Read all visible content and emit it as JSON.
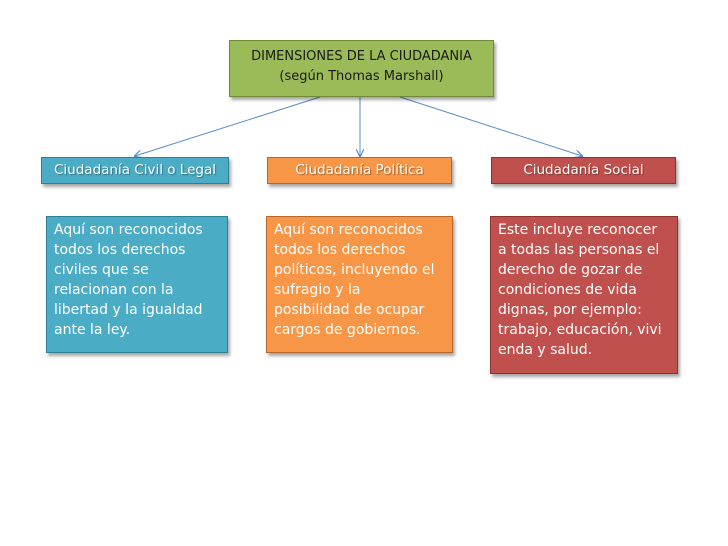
{
  "root": {
    "line1": "DIMENSIONES DE LA CIUDADANIA",
    "line2": "(según Thomas Marshall)"
  },
  "dimensions": [
    {
      "title": "Ciudadanía Civil o Legal",
      "lines": [
        "Aquí son reconocidos",
        "todos los derechos",
        "civiles que se",
        "relacionan con la",
        "libertad y la igualdad",
        "ante la ley."
      ]
    },
    {
      "title": "Ciudadanía Política",
      "lines": [
        "Aquí son reconocidos",
        "todos los derechos",
        "políticos, incluyendo el",
        "sufragio y la",
        "posibilidad  de ocupar",
        "cargos de gobiernos."
      ]
    },
    {
      "title": "Ciudadanía Social",
      "lines": [
        "Este incluye reconocer",
        "a todas las personas el",
        "derecho de gozar de",
        "condiciones de vida",
        "dignas, por ejemplo:",
        "trabajo, educación, vivi",
        "enda y salud."
      ]
    }
  ],
  "colors": {
    "root": "#9bbb59",
    "civil": "#4bacc6",
    "politica": "#f79646",
    "social": "#c0504d",
    "connector": "#5b8cc8"
  }
}
